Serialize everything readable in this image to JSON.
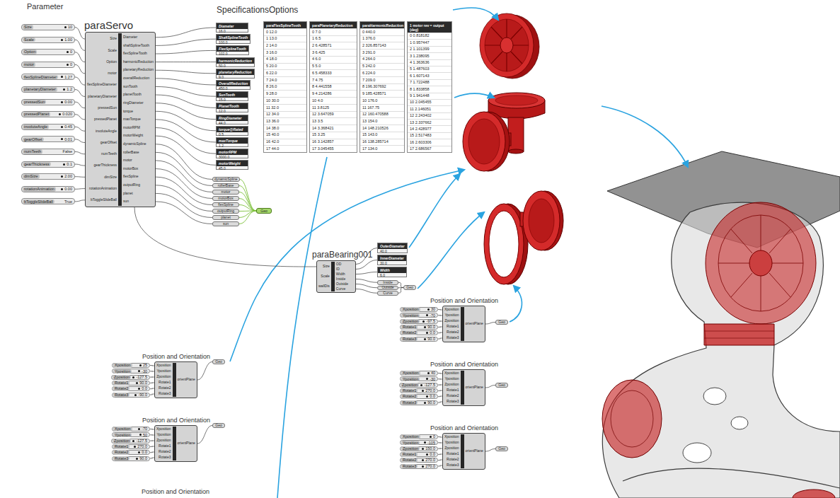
{
  "diagram": {
    "nodes": [
      {
        "text": [
          "paraServo",
          "Size",
          "Scale",
          "Option",
          "motor",
          "flexSplineDiameter",
          "planetaryDiameter",
          "pressedSun",
          "pressedPlanet",
          "involuteAngle",
          "gearOffset",
          "numTeeth",
          "gearThickness",
          "dimSize",
          "rotationAnimation",
          "bToggleSlideBall",
          "Diameter",
          "shaftSplineTooth",
          "flexSplineTooth",
          "harmonicReduction",
          "planetaryReduction",
          "overallReduction",
          "sunTooth",
          "planetTooth",
          "ringDiameter",
          "torque",
          "maxTorque",
          "motorRPM",
          "motorWeight",
          "dynamicSpline",
          "rollerBase",
          "motor",
          "motorBox",
          "flexSpline",
          "outputRing",
          "planet",
          "sun"
        ]
      },
      {
        "text": [
          "Size",
          "10"
        ]
      },
      {
        "text": [
          "Scale",
          "1.00"
        ]
      },
      {
        "text": [
          "Option",
          "0"
        ]
      },
      {
        "text": [
          "motor",
          "0"
        ]
      },
      {
        "text": [
          "flexSplineDiameter",
          "1.27"
        ]
      },
      {
        "text": [
          "planetaryDiameter",
          "1.2"
        ]
      },
      {
        "text": [
          "pressedSun",
          "0.00"
        ]
      },
      {
        "text": [
          "pressedPlanet",
          "0.020"
        ]
      },
      {
        "text": [
          "involuteAngle",
          "0.45"
        ]
      },
      {
        "text": [
          "gearOffset",
          "0.01"
        ]
      },
      {
        "text": [
          "numTeeth",
          "False"
        ]
      },
      {
        "text": [
          "gearThickness",
          "0.1"
        ]
      },
      {
        "text": [
          "dimSize",
          "2.00"
        ]
      },
      {
        "text": [
          "rotationAnimation",
          "0.00"
        ]
      },
      {
        "text": [
          "bToggleSlideBall",
          "True"
        ]
      },
      {
        "text": [
          "Diameter",
          "16.0"
        ]
      },
      {
        "text": [
          "ShaftSplineTooth",
          "100.0"
        ]
      },
      {
        "text": [
          "FlexSplineTooth",
          "102.0"
        ]
      },
      {
        "text": [
          "harmonicReduction",
          "50.0"
        ]
      },
      {
        "text": [
          "planetaryReduction",
          "9.0"
        ]
      },
      {
        "text": [
          "OverallReduction",
          "450.0"
        ]
      },
      {
        "text": [
          "SunTooth",
          "15.0"
        ]
      },
      {
        "text": [
          "PlanetTooth",
          "12.0"
        ]
      },
      {
        "text": [
          "RingDiameter",
          "44.0"
        ]
      },
      {
        "text": [
          "torque@Rated",
          "0.5"
        ]
      },
      {
        "text": [
          "maxTorque",
          "1.2"
        ]
      },
      {
        "text": [
          "motorRPM",
          "3000.0"
        ]
      },
      {
        "text": [
          "motorWeight",
          "45.0"
        ]
      },
      {
        "text": [
          "paraFlexSplineTooth",
          "0 12.0",
          "1 13.0",
          "2 14.0",
          "3 16.0",
          "4 18.0",
          "5 20.0",
          "6 22.0",
          "7 24.0",
          "8 26.0",
          "9 28.0",
          "10 30.0",
          "11 32.0",
          "12 34.0",
          "13 36.0",
          "14 38.0",
          "15 40.0",
          "16 42.0",
          "17 44.0"
        ]
      },
      {
        "text": [
          "paraPlanetaryReduction",
          "0 7.0",
          "1 6.5",
          "2 6.428571",
          "3 6.425",
          "4 6.0",
          "5 5.0",
          "6 5.458333",
          "7 4.75",
          "8 4.441558",
          "9 4.214286",
          "10 4.0",
          "11 3.8125",
          "12 3.647059",
          "13 3.5",
          "14 3.368421",
          "15 3.25",
          "16 3.142857",
          "17 3.045455"
        ]
      },
      {
        "text": [
          "paraHarmonicReduction",
          "0 440.0",
          "1 376.0",
          "2 326.857143",
          "3 291.0",
          "4 264.0",
          "5 242.0",
          "6 224.0",
          "7 209.0",
          "8 196.307692",
          "9 185.428571",
          "10 176.0",
          "11 167.75",
          "12 160.470588",
          "13 154.0",
          "14 148.210526",
          "15 143.0",
          "16 138.285714",
          "17 134.0"
        ]
      },
      {
        "text": [
          "1 motor rev = output (deg)",
          "0 0.818182",
          "1 0.957447",
          "2 1.101399",
          "3 1.238095",
          "4 1.363636",
          "5 1.487603",
          "6 1.607143",
          "7 1.722488",
          "8 1.833858",
          "9 1.941448",
          "10 2.045455",
          "11 2.146051",
          "12 2.243402",
          "13 2.337662",
          "14 2.428977",
          "15 2.517483",
          "16 2.603306",
          "17 2.686567"
        ]
      },
      {
        "text": [
          "dynamicSpline"
        ]
      },
      {
        "text": [
          "rollerBase"
        ]
      },
      {
        "text": [
          "motor"
        ]
      },
      {
        "text": [
          "motorBox"
        ]
      },
      {
        "text": [
          "flexSpline"
        ]
      },
      {
        "text": [
          "outputRing"
        ]
      },
      {
        "text": [
          "planet"
        ]
      },
      {
        "text": [
          "sun"
        ]
      },
      {
        "text": [
          "Geo"
        ]
      },
      {
        "text": [
          "paraBearing001",
          "Size",
          "Scale",
          "wallDis",
          "OD",
          "ID",
          "Width",
          "Inside",
          "Outside",
          "Curve"
        ]
      },
      {
        "text": [
          "OuterDiameter",
          "40.0"
        ]
      },
      {
        "text": [
          "InnerDiameter",
          "30.0"
        ]
      },
      {
        "text": [
          "Width",
          "6.0"
        ]
      },
      {
        "text": [
          "Inside"
        ]
      },
      {
        "text": [
          "Outside"
        ]
      },
      {
        "text": [
          "Curve"
        ]
      },
      {
        "text": [
          "Geo"
        ]
      },
      {
        "text": [
          "Position and Orientation",
          "Xposition",
          "Yposition",
          "Zposition",
          "Rotate1",
          "Rotate2",
          "Rotate3",
          "orientPlane"
        ]
      },
      {
        "text": [
          "Xposition",
          "25"
        ]
      },
      {
        "text": [
          "Yposition",
          "-30"
        ]
      },
      {
        "text": [
          "Zposition",
          "-127.5"
        ]
      },
      {
        "text": [
          "Rotate1",
          "90.0"
        ]
      },
      {
        "text": [
          "Rotate2",
          "0.0"
        ]
      },
      {
        "text": [
          "Rotate3",
          "-90.0"
        ]
      },
      {
        "text": [
          "Geo"
        ]
      },
      {
        "text": [
          "Position and Orientation",
          "Xposition",
          "Yposition",
          "Zposition",
          "Rotate1",
          "Rotate2",
          "Rotate3",
          "orientPlane"
        ]
      },
      {
        "text": [
          "Xposition",
          "-70"
        ]
      },
      {
        "text": [
          "Yposition",
          "50"
        ]
      },
      {
        "text": [
          "Zposition",
          "-127.5"
        ]
      },
      {
        "text": [
          "Rotate1",
          "270.0"
        ]
      },
      {
        "text": [
          "Rotate2",
          "0.0"
        ]
      },
      {
        "text": [
          "Rotate3",
          "90.0"
        ]
      },
      {
        "text": [
          "Geo"
        ]
      },
      {
        "text": [
          "Position and Orientation",
          "Xposition",
          "Yposition",
          "Zposition",
          "Rotate1",
          "Rotate2",
          "Rotate3",
          "orientPlane"
        ]
      },
      {
        "text": [
          "Xposition",
          "30"
        ]
      },
      {
        "text": [
          "Yposition",
          "-70"
        ]
      },
      {
        "text": [
          "Zposition",
          "-97.5"
        ]
      },
      {
        "text": [
          "Rotate1",
          "90.0"
        ]
      },
      {
        "text": [
          "Rotate2",
          "0.0"
        ]
      },
      {
        "text": [
          "Rotate3",
          "90.0"
        ]
      },
      {
        "text": [
          "Geo"
        ]
      },
      {
        "text": [
          "Position and Orientation",
          "Xposition",
          "Yposition",
          "Zposition",
          "Rotate1",
          "Rotate2",
          "Rotate3",
          "orientPlane"
        ]
      },
      {
        "text": [
          "Xposition",
          "40"
        ]
      },
      {
        "text": [
          "Yposition",
          "-30"
        ]
      },
      {
        "text": [
          "Zposition",
          "-127.5"
        ]
      },
      {
        "text": [
          "Rotate1",
          "270.0"
        ]
      },
      {
        "text": [
          "Rotate2",
          "0.0"
        ]
      },
      {
        "text": [
          "Rotate3",
          "90.0"
        ]
      },
      {
        "text": [
          "Geo"
        ]
      },
      {
        "text": [
          "Position and Orientation",
          "Xposition",
          "Yposition",
          "Zposition",
          "Rotate1",
          "Rotate2",
          "Rotate3",
          "orientPlane"
        ]
      },
      {
        "text": [
          "Xposition",
          "0"
        ]
      },
      {
        "text": [
          "Yposition",
          "-105"
        ]
      },
      {
        "text": [
          "Zposition",
          "150.0"
        ]
      },
      {
        "text": [
          "Rotate1",
          "0.0"
        ]
      },
      {
        "text": [
          "Rotate2",
          "270.0"
        ]
      },
      {
        "text": [
          "Rotate3",
          "270.0"
        ]
      },
      {
        "text": [
          "Geo"
        ]
      }
    ],
    "edges": [
      {
        "from": 1,
        "to": 0,
        "arrow": "none"
      },
      {
        "from": 2,
        "to": 0,
        "arrow": "none"
      },
      {
        "from": 3,
        "to": 0,
        "arrow": "none"
      },
      {
        "from": 4,
        "to": 0,
        "arrow": "none"
      },
      {
        "from": 5,
        "to": 0,
        "arrow": "none"
      },
      {
        "from": 6,
        "to": 0,
        "arrow": "none"
      },
      {
        "from": 7,
        "to": 0,
        "arrow": "none"
      },
      {
        "from": 8,
        "to": 0,
        "arrow": "none"
      },
      {
        "from": 9,
        "to": 0,
        "arrow": "none"
      },
      {
        "from": 10,
        "to": 0,
        "arrow": "none"
      },
      {
        "from": 11,
        "to": 0,
        "arrow": "none"
      },
      {
        "from": 12,
        "to": 0,
        "arrow": "none"
      },
      {
        "from": 13,
        "to": 0,
        "arrow": "none"
      },
      {
        "from": 14,
        "to": 0,
        "arrow": "none"
      },
      {
        "from": 15,
        "to": 0,
        "arrow": "none"
      },
      {
        "from": 0,
        "to": 16,
        "arrow": "none"
      },
      {
        "from": 0,
        "to": 17,
        "arrow": "none"
      },
      {
        "from": 0,
        "to": 18,
        "arrow": "none"
      },
      {
        "from": 0,
        "to": 19,
        "arrow": "none"
      },
      {
        "from": 0,
        "to": 20,
        "arrow": "none"
      },
      {
        "from": 0,
        "to": 21,
        "arrow": "none"
      },
      {
        "from": 0,
        "to": 22,
        "arrow": "none"
      },
      {
        "from": 0,
        "to": 23,
        "arrow": "none"
      },
      {
        "from": 0,
        "to": 24,
        "arrow": "none"
      },
      {
        "from": 0,
        "to": 25,
        "arrow": "none"
      },
      {
        "from": 0,
        "to": 26,
        "arrow": "none"
      },
      {
        "from": 0,
        "to": 27,
        "arrow": "none"
      },
      {
        "from": 0,
        "to": 28,
        "arrow": "none"
      },
      {
        "from": 0,
        "to": 33,
        "arrow": "none"
      },
      {
        "from": 0,
        "to": 34,
        "arrow": "none"
      },
      {
        "from": 0,
        "to": 35,
        "arrow": "none"
      },
      {
        "from": 0,
        "to": 36,
        "arrow": "none"
      },
      {
        "from": 0,
        "to": 37,
        "arrow": "none"
      },
      {
        "from": 0,
        "to": 38,
        "arrow": "none"
      },
      {
        "from": 0,
        "to": 39,
        "arrow": "none"
      },
      {
        "from": 0,
        "to": 40,
        "arrow": "none"
      },
      {
        "from": 33,
        "to": 41,
        "arrow": "none"
      },
      {
        "from": 34,
        "to": 41,
        "arrow": "none"
      },
      {
        "from": 35,
        "to": 41,
        "arrow": "none"
      },
      {
        "from": 36,
        "to": 41,
        "arrow": "none"
      },
      {
        "from": 37,
        "to": 41,
        "arrow": "none"
      },
      {
        "from": 38,
        "to": 41,
        "arrow": "none"
      },
      {
        "from": 39,
        "to": 41,
        "arrow": "none"
      },
      {
        "from": 40,
        "to": 41,
        "arrow": "none"
      },
      {
        "from": 0,
        "to": 42,
        "arrow": "none"
      },
      {
        "from": 42,
        "to": 43,
        "arrow": "none"
      },
      {
        "from": 42,
        "to": 44,
        "arrow": "none"
      },
      {
        "from": 42,
        "to": 45,
        "arrow": "none"
      },
      {
        "from": 42,
        "to": 46,
        "arrow": "none"
      },
      {
        "from": 42,
        "to": 47,
        "arrow": "none"
      },
      {
        "from": 42,
        "to": 48,
        "arrow": "none"
      },
      {
        "from": 46,
        "to": 49,
        "arrow": "none"
      },
      {
        "from": 47,
        "to": 49,
        "arrow": "none"
      },
      {
        "from": 48,
        "to": 49,
        "arrow": "none"
      },
      {
        "from": 51,
        "to": 50,
        "arrow": "none"
      },
      {
        "from": 52,
        "to": 50,
        "arrow": "none"
      },
      {
        "from": 53,
        "to": 50,
        "arrow": "none"
      },
      {
        "from": 54,
        "to": 50,
        "arrow": "none"
      },
      {
        "from": 55,
        "to": 50,
        "arrow": "none"
      },
      {
        "from": 56,
        "to": 50,
        "arrow": "none"
      },
      {
        "from": 50,
        "to": 57,
        "arrow": "none"
      },
      {
        "from": 59,
        "to": 58,
        "arrow": "none"
      },
      {
        "from": 60,
        "to": 58,
        "arrow": "none"
      },
      {
        "from": 61,
        "to": 58,
        "arrow": "none"
      },
      {
        "from": 62,
        "to": 58,
        "arrow": "none"
      },
      {
        "from": 63,
        "to": 58,
        "arrow": "none"
      },
      {
        "from": 64,
        "to": 58,
        "arrow": "none"
      },
      {
        "from": 58,
        "to": 65,
        "arrow": "none"
      },
      {
        "from": 67,
        "to": 66,
        "arrow": "none"
      },
      {
        "from": 68,
        "to": 66,
        "arrow": "none"
      },
      {
        "from": 69,
        "to": 66,
        "arrow": "none"
      },
      {
        "from": 70,
        "to": 66,
        "arrow": "none"
      },
      {
        "from": 71,
        "to": 66,
        "arrow": "none"
      },
      {
        "from": 72,
        "to": 66,
        "arrow": "none"
      },
      {
        "from": 66,
        "to": 73,
        "arrow": "none"
      },
      {
        "from": 75,
        "to": 74,
        "arrow": "none"
      },
      {
        "from": 76,
        "to": 74,
        "arrow": "none"
      },
      {
        "from": 77,
        "to": 74,
        "arrow": "none"
      },
      {
        "from": 78,
        "to": 74,
        "arrow": "none"
      },
      {
        "from": 79,
        "to": 74,
        "arrow": "none"
      },
      {
        "from": 80,
        "to": 74,
        "arrow": "none"
      },
      {
        "from": 74,
        "to": 81,
        "arrow": "none"
      },
      {
        "from": 83,
        "to": 82,
        "arrow": "none"
      },
      {
        "from": 84,
        "to": 82,
        "arrow": "none"
      },
      {
        "from": 85,
        "to": 82,
        "arrow": "none"
      },
      {
        "from": 86,
        "to": 82,
        "arrow": "none"
      },
      {
        "from": 87,
        "to": 82,
        "arrow": "none"
      },
      {
        "from": 88,
        "to": 82,
        "arrow": "none"
      },
      {
        "from": 82,
        "to": 89,
        "arrow": "none"
      }
    ],
    "labels": [
      "Parameter",
      "Specifications",
      "Options",
      "Position and Orientation"
    ]
  }
}
